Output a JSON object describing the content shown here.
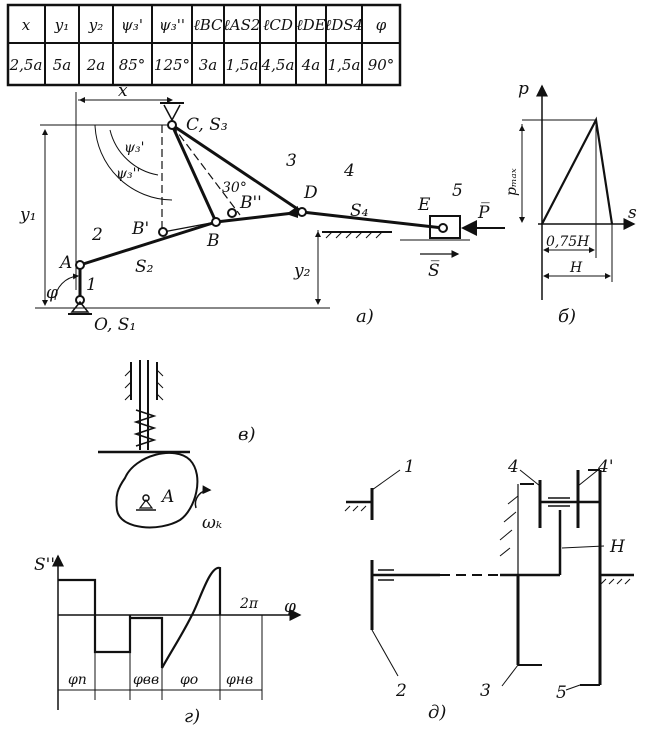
{
  "table": {
    "headers": [
      "x",
      "y₁",
      "y₂",
      "ψ₃'",
      "ψ₃''",
      "ℓBC",
      "ℓAS2",
      "ℓCD",
      "ℓDE",
      "ℓDS4",
      "φ"
    ],
    "values": [
      "2,5a",
      "5a",
      "2a",
      "85°",
      "125°",
      "3a",
      "1,5a",
      "4,5a",
      "4a",
      "1,5a",
      "90°"
    ]
  },
  "diagram_a": {
    "dim_x": "x",
    "dim_y1": "y₁",
    "dim_y2": "y₂",
    "point_C": "C, S₃",
    "point_A": "A",
    "point_B": "B",
    "point_B_prime": "B'",
    "point_B_dprime": "B''",
    "point_D": "D",
    "point_E": "E",
    "point_O": "O, S₁",
    "label_S2": "S₂",
    "label_S4": "S₄",
    "link_1": "1",
    "link_2": "2",
    "link_3": "3",
    "link_4": "4",
    "link_5": "5",
    "angle_phi": "φ",
    "angle_psi1": "ψ₃'",
    "angle_psi2": "ψ₃''",
    "angle_30": "30°",
    "force_P": "P̅",
    "velocity_S": "S̅",
    "caption": "а)"
  },
  "diagram_b": {
    "axis_p": "p",
    "axis_s": "s",
    "label_pmax": "pₘₐₓ",
    "label_075H": "0,75H",
    "label_H": "H",
    "caption": "б)"
  },
  "diagram_v": {
    "label_A": "A",
    "label_omega": "ωₖ",
    "caption": "в)"
  },
  "diagram_g": {
    "axis_s": "S''",
    "axis_phi": "φ",
    "label_2pi": "2π",
    "label_phi_p": "φп",
    "label_phi_vv": "φвв",
    "label_phi_o": "φо",
    "label_phi_nv": "φнв",
    "caption": "г)"
  },
  "diagram_d": {
    "gear_1": "1",
    "gear_2": "2",
    "gear_3": "3",
    "gear_4": "4",
    "gear_4p": "4'",
    "gear_5": "5",
    "carrier_H": "H",
    "caption": "д)"
  }
}
